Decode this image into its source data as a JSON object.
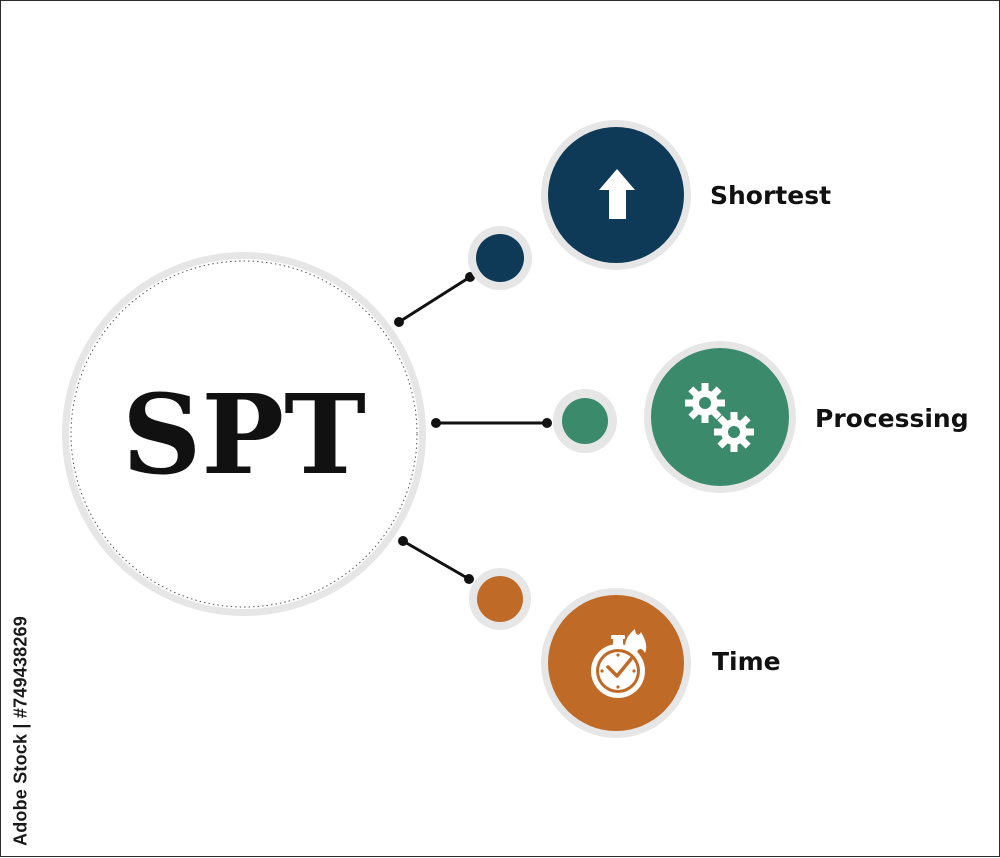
{
  "center": {
    "title": "SPT"
  },
  "items": [
    {
      "label": "Shortest",
      "icon": "up-arrow-icon",
      "color": "#0f3a57"
    },
    {
      "label": "Processing",
      "icon": "gears-icon",
      "color": "#3b8a6c"
    },
    {
      "label": "Time",
      "icon": "stopwatch-flame-icon",
      "color": "#c06a27"
    }
  ],
  "colors": {
    "ring": "#e6e6e6",
    "connector": "#111111",
    "icon": "#ffffff"
  },
  "watermark": {
    "stock_id": "Adobe Stock | #749438269"
  }
}
